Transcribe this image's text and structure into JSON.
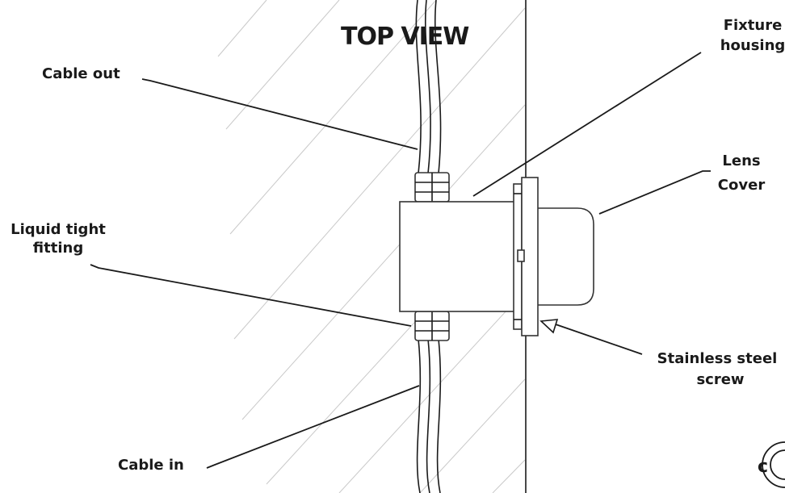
{
  "title": "TOP VIEW",
  "labels": {
    "cable_out": "Cable out",
    "fixture_housing": [
      "Fixture",
      "housing"
    ],
    "lens_cover": [
      "Lens",
      "Cover"
    ],
    "liquid_tight_fitting": [
      "Liquid tight",
      "fitting"
    ],
    "stainless_steel_screw": [
      "Stainless steel",
      "screw"
    ],
    "cable_in": "Cable in"
  },
  "certification_mark": "c"
}
